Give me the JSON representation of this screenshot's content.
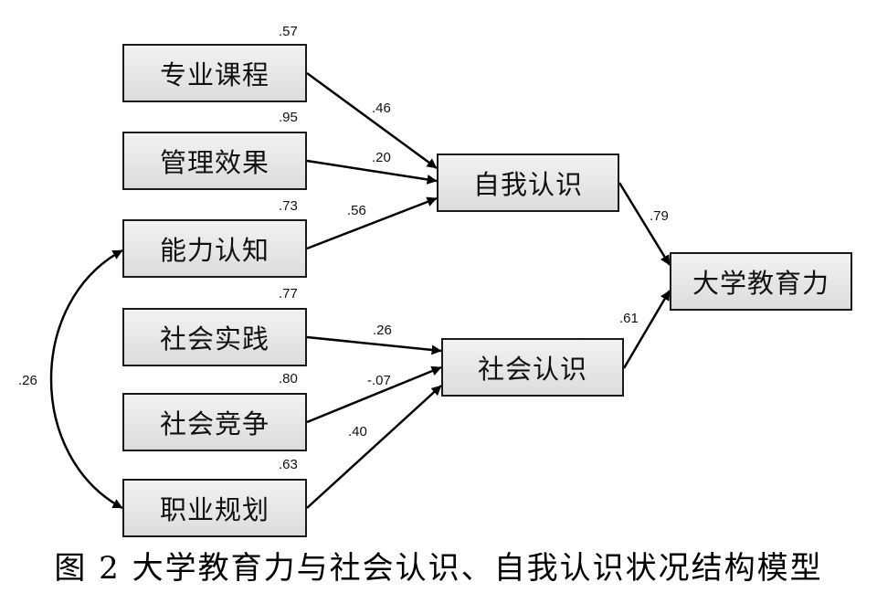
{
  "nodes": {
    "zhuanye_kecheng": "专业课程",
    "guanli_xiaoguo": "管理效果",
    "nengli_renzhi": "能力认知",
    "shehui_shijian": "社会实践",
    "shehui_jingzheng": "社会竞争",
    "zhiye_guihua": "职业规划",
    "ziwo_renshi": "自我认识",
    "shehui_renshi": "社会认识",
    "daxue_jiaoyuli": "大学教育力"
  },
  "variances": {
    "zhuanye_kecheng": ".57",
    "guanli_xiaoguo": ".95",
    "nengli_renzhi": ".73",
    "shehui_shijian": ".77",
    "shehui_jingzheng": ".80",
    "zhiye_guihua": ".63"
  },
  "paths": {
    "zhuanye_to_ziwo": ".46",
    "guanli_to_ziwo": ".20",
    "nengli_to_ziwo": ".56",
    "shijian_to_shehui": ".26",
    "jingzheng_to_shehui": "-.07",
    "guihua_to_shehui": ".40",
    "ziwo_to_daxue": ".79",
    "shehui_to_daxue": ".61",
    "covariance_nengli_guihua": ".26"
  },
  "caption": "图 2  大学教育力与社会认识、自我认识状况结构模型"
}
